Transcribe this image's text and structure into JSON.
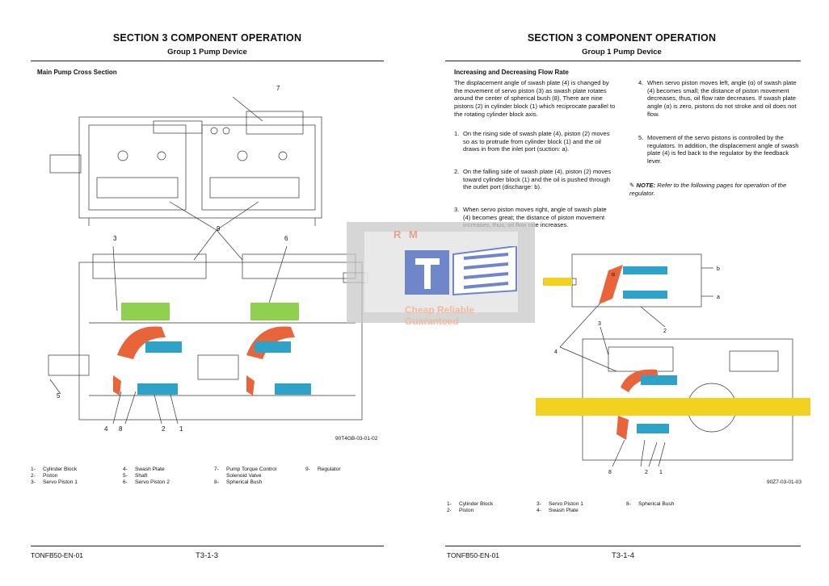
{
  "left": {
    "section": "SECTION 3 COMPONENT OPERATION",
    "group": "Group 1 Pump Device",
    "subtitle": "Main Pump Cross Section",
    "figure_id": "90T4GB-03-01-02",
    "figure_callouts": [
      "3",
      "6",
      "7",
      "9",
      "5",
      "4",
      "8",
      "2",
      "1"
    ],
    "legend": [
      {
        "n": "1-",
        "t": "Cylinder Block"
      },
      {
        "n": "2-",
        "t": "Piston"
      },
      {
        "n": "3-",
        "t": "Servo Piston 1"
      },
      {
        "n": "4-",
        "t": "Swash Plate"
      },
      {
        "n": "5-",
        "t": "Shaft"
      },
      {
        "n": "6-",
        "t": "Servo Piston 2"
      },
      {
        "n": "7-",
        "t": "Pump Torque Control"
      },
      {
        "n": "",
        "t": "Solenoid Valve"
      },
      {
        "n": "8-",
        "t": "Spherical Bush"
      },
      {
        "n": "9-",
        "t": "Regulator"
      }
    ],
    "doc_code": "TONFB50-EN-01",
    "page": "T3-1-3"
  },
  "right": {
    "section": "SECTION 3 COMPONENT OPERATION",
    "group": "Group 1 Pump Device",
    "subtitle": "Increasing and Decreasing Flow Rate",
    "intro": "The displacement angle of swash plate (4) is changed by the movement of servo piston (3) as swash plate rotates around the center of spherical bush (8). There are nine pistons (2) in cylinder block (1) which reciprocate parallel to the rotating cylinder block axis.",
    "items_left": [
      {
        "n": "1.",
        "t": "On the rising side of swash plate (4), piston (2) moves so as to protrude from cylinder block (1) and the oil draws in from the inlet port (suction: a)."
      },
      {
        "n": "2.",
        "t": "On the falling side of swash plate (4), piston (2) moves toward cylinder block (1) and the oil is pushed through the outlet port (discharge: b)."
      },
      {
        "n": "3.",
        "t": "When servo piston moves right, angle of swash plate (4) becomes great; the distance of piston movement increases, thus, oil flow rate increases."
      }
    ],
    "items_right": [
      {
        "n": "4.",
        "t": "When servo piston moves left, angle (α) of swash plate (4) becomes small; the distance of piston movement decreases, thus, oil flow rate decreases. If swash plate angle (α) is zero, pistons do not stroke and oil does not flow."
      },
      {
        "n": "5.",
        "t": "Movement of the servo pistons is controlled by the regulators. In addition, the displacement angle of swash plate (4) is fed back to the regulator by the feedback lever."
      }
    ],
    "note_label": "NOTE:",
    "note_text": "Refer to the following pages for operation of the regulator.",
    "figure_labels": {
      "b": "b",
      "a": "a",
      "alpha": "α",
      "n2": "2",
      "n4": "4",
      "n3": "3",
      "n8": "8",
      "n2b": "2",
      "n1": "1"
    },
    "figure_id": "90Z7-03-01-03",
    "legend": [
      {
        "n": "1-",
        "t": "Cylinder Block"
      },
      {
        "n": "2-",
        "t": "Piston"
      },
      {
        "n": "3-",
        "t": "Servo Piston 1"
      },
      {
        "n": "4-",
        "t": "Swash Plate"
      },
      {
        "n": "8-",
        "t": "Spherical Bush"
      }
    ],
    "doc_code": "TONFB50-EN-01",
    "page": "T3-1-4"
  },
  "watermark": {
    "brand": "R M",
    "tagline": "Cheap Reliable Guaranteed"
  },
  "colors": {
    "swash_orange": "#e8643a",
    "piston_blue": "#2ea3c9",
    "shaft_yellow": "#f2d21e",
    "cylinder_green": "#8fd14f"
  }
}
